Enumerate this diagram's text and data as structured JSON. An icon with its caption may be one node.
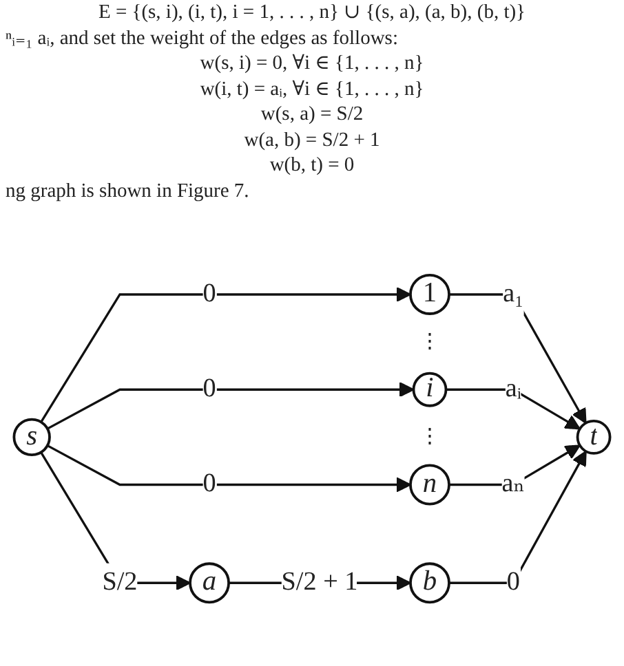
{
  "diagram": {
    "nodes": [
      {
        "text": [
          "s"
        ]
      },
      {
        "text": [
          "1"
        ]
      },
      {
        "text": [
          "i"
        ]
      },
      {
        "text": [
          "n"
        ]
      },
      {
        "text": [
          "a"
        ]
      },
      {
        "text": [
          "b"
        ]
      },
      {
        "text": [
          "t"
        ]
      }
    ],
    "edges": [
      {
        "from": 0,
        "to": 1,
        "arrow": "to",
        "label": "0"
      },
      {
        "from": 0,
        "to": 2,
        "arrow": "to",
        "label": "0"
      },
      {
        "from": 0,
        "to": 3,
        "arrow": "to",
        "label": "0"
      },
      {
        "from": 0,
        "to": 4,
        "arrow": "to",
        "label": "S/2"
      },
      {
        "from": 1,
        "to": 6,
        "arrow": "to",
        "label": "a₁"
      },
      {
        "from": 2,
        "to": 6,
        "arrow": "to",
        "label": "aᵢ"
      },
      {
        "from": 3,
        "to": 6,
        "arrow": "to",
        "label": "aₙ"
      },
      {
        "from": 4,
        "to": 5,
        "arrow": "to",
        "label": "S/2 + 1"
      },
      {
        "from": 5,
        "to": 6,
        "arrow": "to",
        "label": "0"
      }
    ],
    "labels": [
      "E = {(s, i), (i, t), i = 1, . . . , n} ∪ {(s, a), (a, b), (b, t)}",
      "ⁿᵢ₌₁ aᵢ, and set the weight of the edges as follows:",
      "w(s, i) = 0, ∀i ∈ {1, . . . , n}",
      "w(i, t) = aᵢ, ∀i ∈ {1, . . . , n}",
      "w(s, a) = S/2",
      "w(a, b) = S/2 + 1",
      "w(b, t) = 0",
      "ng graph is shown in Figure 7.",
      "⋮",
      "⋮"
    ]
  }
}
